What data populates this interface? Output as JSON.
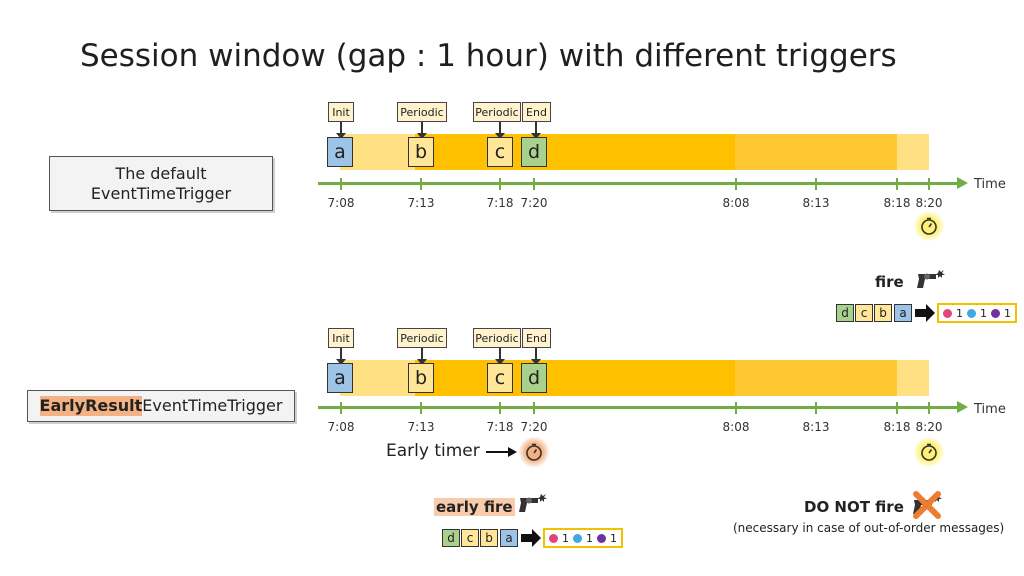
{
  "title": "Session window (gap : 1 hour) with different triggers",
  "colors": {
    "window_light": "#ffd966",
    "window_dark": "#ffc000",
    "axis": "#70ad47",
    "highlight": "#f4b183",
    "timer_glow": "#fff176",
    "dot_pink": "#e0457b",
    "dot_blue": "#41a8e0",
    "dot_purple": "#7030a0"
  },
  "axis_label": "Time",
  "ticks": [
    "7:08",
    "7:13",
    "7:18",
    "7:20",
    "8:08",
    "8:13",
    "8:18",
    "8:20"
  ],
  "event_tags": {
    "init": "Init",
    "periodic": "Periodic",
    "end": "End"
  },
  "events": [
    "a",
    "b",
    "c",
    "d"
  ],
  "top": {
    "trigger_name": "The default EventTimeTrigger",
    "fire_label": "fire",
    "buffer": [
      "d",
      "c",
      "b",
      "a"
    ],
    "result_counts": [
      "1",
      "1",
      "1"
    ]
  },
  "bottom": {
    "trigger_name_bold": "EarlyResult",
    "trigger_name_rest": "EventTimeTrigger",
    "early_timer_label": "Early timer",
    "early_fire_label": "early fire",
    "buffer": [
      "d",
      "c",
      "b",
      "a"
    ],
    "result_counts": [
      "1",
      "1",
      "1"
    ],
    "no_fire_label": "DO NOT fire",
    "no_fire_note": "(necessary in case of out-of-order messages)"
  },
  "icons": {
    "timer": "stopwatch-icon",
    "fire": "revolver-icon",
    "cancel": "cross-icon",
    "arrow": "right-arrow-icon"
  }
}
